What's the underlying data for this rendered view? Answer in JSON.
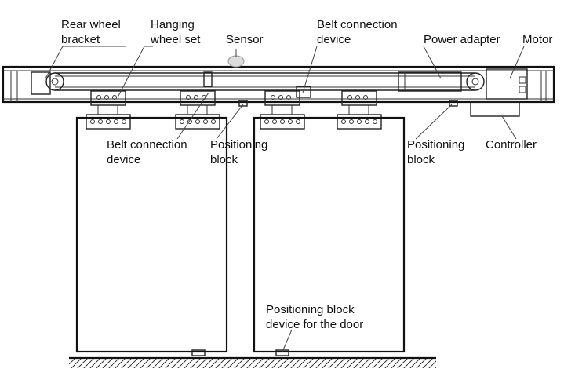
{
  "labels": {
    "rear_wheel_bracket": [
      "Rear wheel",
      "bracket"
    ],
    "hanging_wheel_set": [
      "Hanging",
      "wheel set"
    ],
    "sensor": "Sensor",
    "belt_connection_top": [
      "Belt connection",
      "device"
    ],
    "power_adapter": "Power adapter",
    "motor": "Motor",
    "belt_connection_bottom": [
      "Belt connection",
      "device"
    ],
    "positioning_block_left": [
      "Positioning",
      "block"
    ],
    "positioning_block_right": [
      "Positioning",
      "block"
    ],
    "controller": "Controller",
    "door_positioning_block": [
      "Positioning block",
      "device for the door"
    ]
  }
}
